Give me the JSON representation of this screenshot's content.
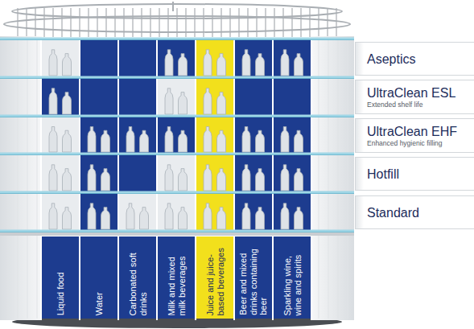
{
  "diagram": {
    "nodes": [
      {
        "text": [
          "Aseptics"
        ]
      },
      {
        "text": [
          "UltraClean ESL",
          "Extended shelf life"
        ]
      },
      {
        "text": [
          "UltraClean EHF",
          "Enhanced hygienic filling"
        ]
      },
      {
        "text": [
          "Hotfill"
        ]
      },
      {
        "text": [
          "Standard"
        ]
      },
      {
        "text": [
          "Liquid food"
        ]
      },
      {
        "text": [
          "Water"
        ]
      },
      {
        "text": [
          "Carbonated soft drinks"
        ]
      },
      {
        "text": [
          "Milk and mixed milk beverages"
        ]
      },
      {
        "text": [
          "Juice and juice-based beverages"
        ]
      },
      {
        "text": [
          "Beer and mixed drinks containing beer"
        ]
      },
      {
        "text": [
          "Sparkling wine, wine and spirits"
        ]
      }
    ]
  }
}
